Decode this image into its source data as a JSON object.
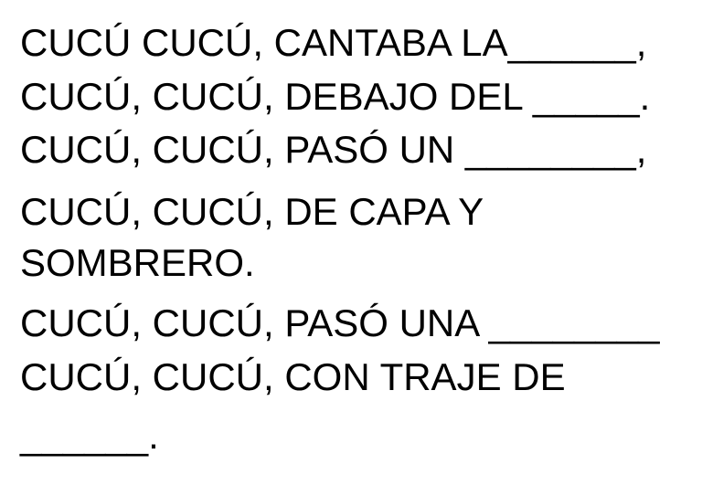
{
  "worksheet": {
    "lines": [
      "CUCÚ CUCÚ, CANTABA LA______,",
      "CUCÚ, CUCÚ, DEBAJO DEL _____.",
      "CUCÚ, CUCÚ, PASÓ UN ________,",
      "CUCÚ, CUCÚ, DE CAPA Y",
      "SOMBRERO.",
      "CUCÚ, CUCÚ, PASÓ UNA ________",
      "CUCÚ, CUCÚ, CON TRAJE DE",
      "______."
    ]
  }
}
